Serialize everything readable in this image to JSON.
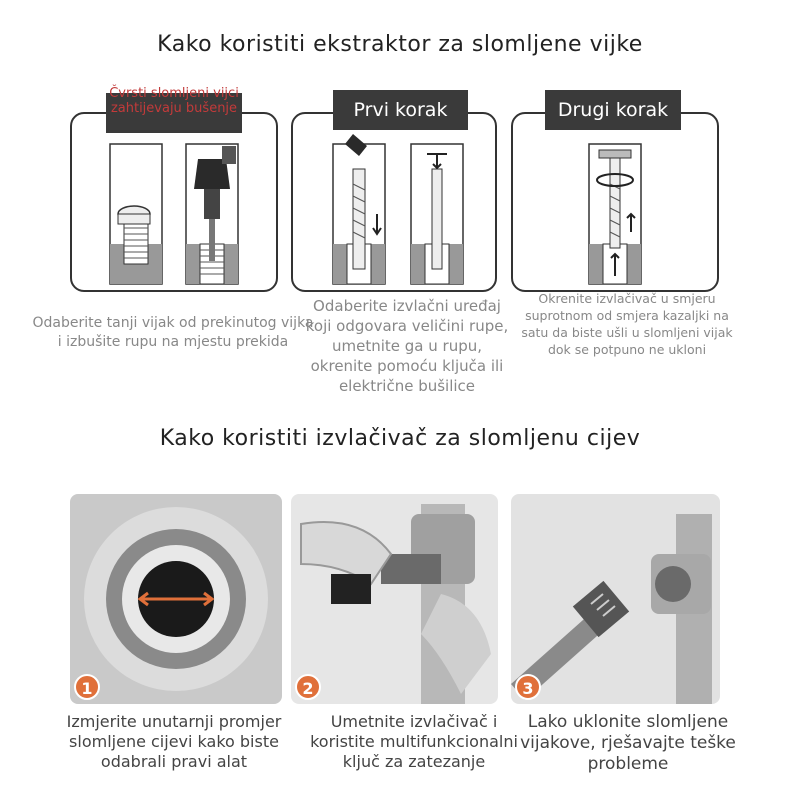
{
  "titles": {
    "extractor": "Kako koristiti ekstraktor za slomljene vijke",
    "pipe": "Kako koristiti izvlačivač za slomljenu cijev"
  },
  "steps_top": [
    {
      "label": "Čvrsti slomljeni vijci zahtijevaju bušenje",
      "caption": "Odaberite tanji vijak od prekinutog vijka i izbušite rupu na mjestu prekida"
    },
    {
      "label": "Prvi korak",
      "caption": "Odaberite izvlačni uređaj koji odgovara veličini rupe, umetnite ga u rupu, okrenite pomoću ključa ili električne bušilice"
    },
    {
      "label": "Drugi korak",
      "caption": "Okrenite izvlačivač u smjeru suprotnom od smjera kazaljki na satu da biste ušli u slomljeni vijak dok se potpuno ne ukloni"
    }
  ],
  "steps_bottom": [
    {
      "number": "1",
      "caption": "Izmjerite unutarnji promjer slomljene cijevi kako biste odabrali pravi alat"
    },
    {
      "number": "2",
      "caption": "Umetnite izvlačivač i koristite multifunkcionalni ključ za zatezanje"
    },
    {
      "number": "3",
      "caption": "Lako uklonite slomljene vijakove, rješavajte teške probleme"
    }
  ],
  "colors": {
    "label_bg": "#3a3a3a",
    "warning_text": "#c23a3a",
    "badge": "#e0703a"
  }
}
